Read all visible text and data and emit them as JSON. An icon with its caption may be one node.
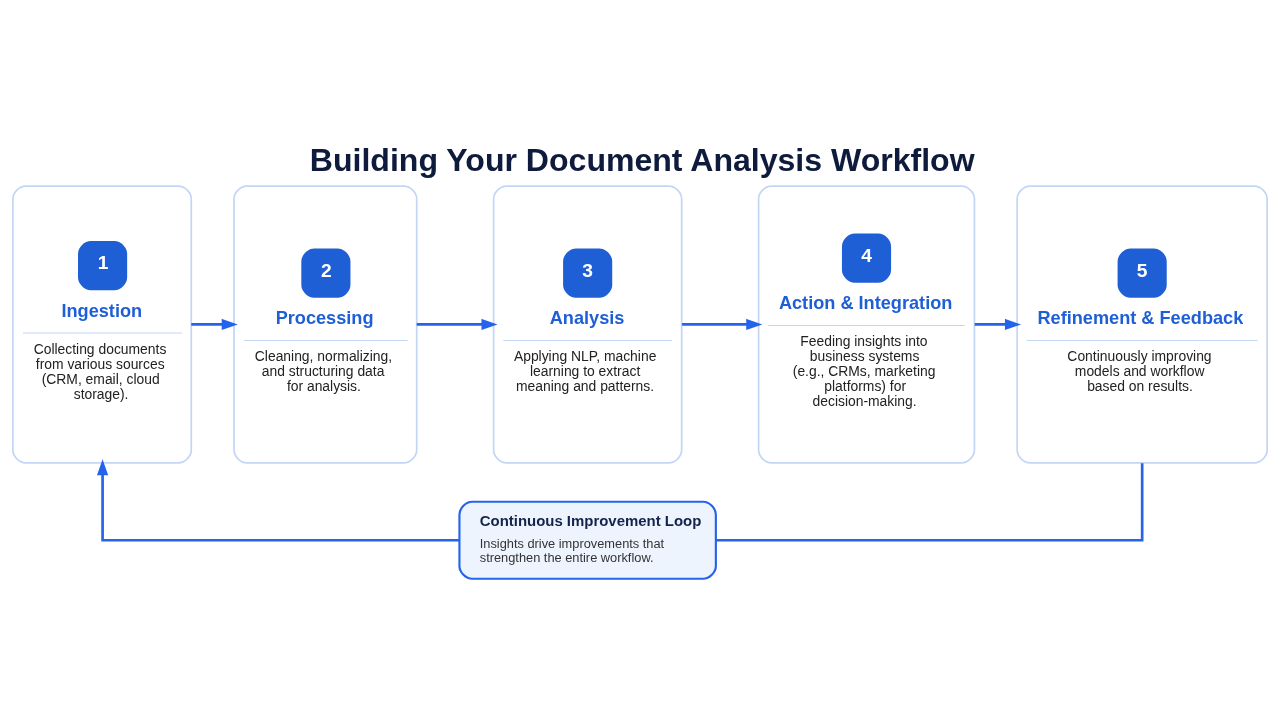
{
  "diagram": {
    "title": "Building Your Document Analysis Workflow",
    "nodes": [
      {
        "text": [
          "1",
          "Ingestion",
          "Collecting documents from various sources (CRM, email, cloud storage)."
        ]
      },
      {
        "text": [
          "2",
          "Processing",
          "Cleaning, normalizing, and structuring data for analysis."
        ]
      },
      {
        "text": [
          "3",
          "Analysis",
          "Applying NLP, machine learning to extract meaning and patterns."
        ]
      },
      {
        "text": [
          "4",
          "Action & Integration",
          "Feeding insights into business systems (e.g., CRMs, marketing platforms) for decision-making."
        ]
      },
      {
        "text": [
          "5",
          "Refinement & Feedback",
          "Continuously improving models and workflow based on results."
        ]
      },
      {
        "text": [
          "Continuous Improvement Loop",
          "Insights drive improvements that strengthen the entire workflow."
        ]
      }
    ],
    "edges": [
      {
        "from": 0,
        "to": 1,
        "arrow": "to"
      },
      {
        "from": 1,
        "to": 2,
        "arrow": "to"
      },
      {
        "from": 2,
        "to": 3,
        "arrow": "to"
      },
      {
        "from": 3,
        "to": 4,
        "arrow": "to"
      },
      {
        "from": 4,
        "to": 5,
        "arrow": "none"
      },
      {
        "from": 5,
        "to": 0,
        "arrow": "to"
      }
    ]
  }
}
